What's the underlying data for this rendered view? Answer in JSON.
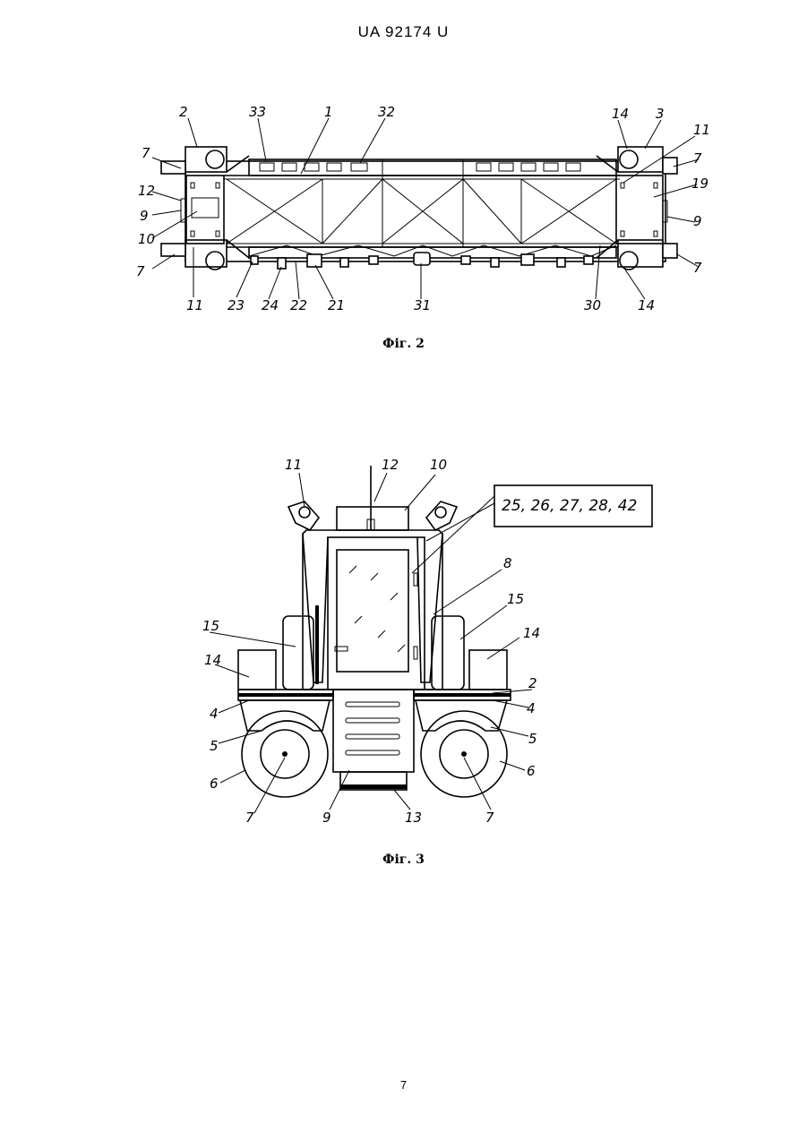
{
  "header": {
    "doc_id": "UA   92174   U"
  },
  "figure2": {
    "caption": "Фіг. 2",
    "labels": [
      "2",
      "33",
      "1",
      "32",
      "14",
      "3",
      "11",
      "7",
      "7",
      "19",
      "12",
      "9",
      "10",
      "9",
      "7",
      "7",
      "11",
      "23",
      "24",
      "22",
      "21",
      "31",
      "30",
      "14"
    ]
  },
  "figure3": {
    "caption": "Фіг. 3",
    "labels": [
      "11",
      "12",
      "10",
      "25, 26, 27, 28, 42",
      "8",
      "15",
      "15",
      "14",
      "14",
      "2",
      "4",
      "4",
      "5",
      "5",
      "6",
      "6",
      "7",
      "7",
      "9",
      "13"
    ]
  },
  "page_number": "7"
}
